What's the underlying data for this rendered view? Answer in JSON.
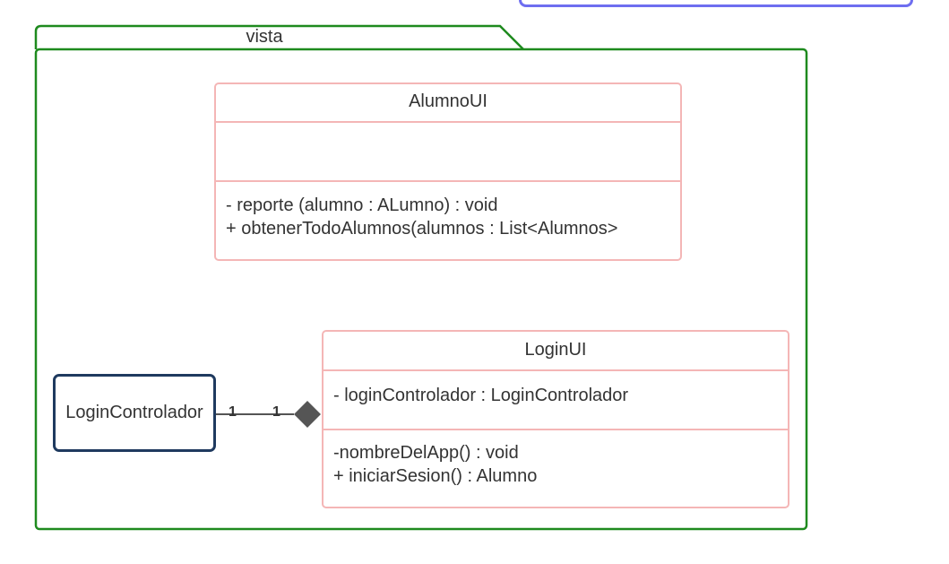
{
  "package": {
    "name": "vista",
    "border_color": "#1e8a1e"
  },
  "classes": {
    "alumno_ui": {
      "name": "AlumnoUI",
      "attributes": [],
      "operations": [
        "- reporte (alumno : ALumno) : void",
        "+ obtenerTodoAlumnos(alumnos : List<Alumnos>"
      ]
    },
    "login_ui": {
      "name": "LoginUI",
      "attributes": [
        "- loginControlador : LoginControlador"
      ],
      "operations": [
        "-nombreDelApp() : void",
        "+ iniciarSesion() : Alumno"
      ]
    },
    "login_controlador": {
      "name": "LoginControlador"
    }
  },
  "association": {
    "type": "composition",
    "source_multiplicity": "1",
    "target_multiplicity": "1"
  },
  "colors": {
    "class_border": "#f4b6b6",
    "controller_border": "#1f3a5f",
    "top_box_border": "#6e6ef0"
  }
}
